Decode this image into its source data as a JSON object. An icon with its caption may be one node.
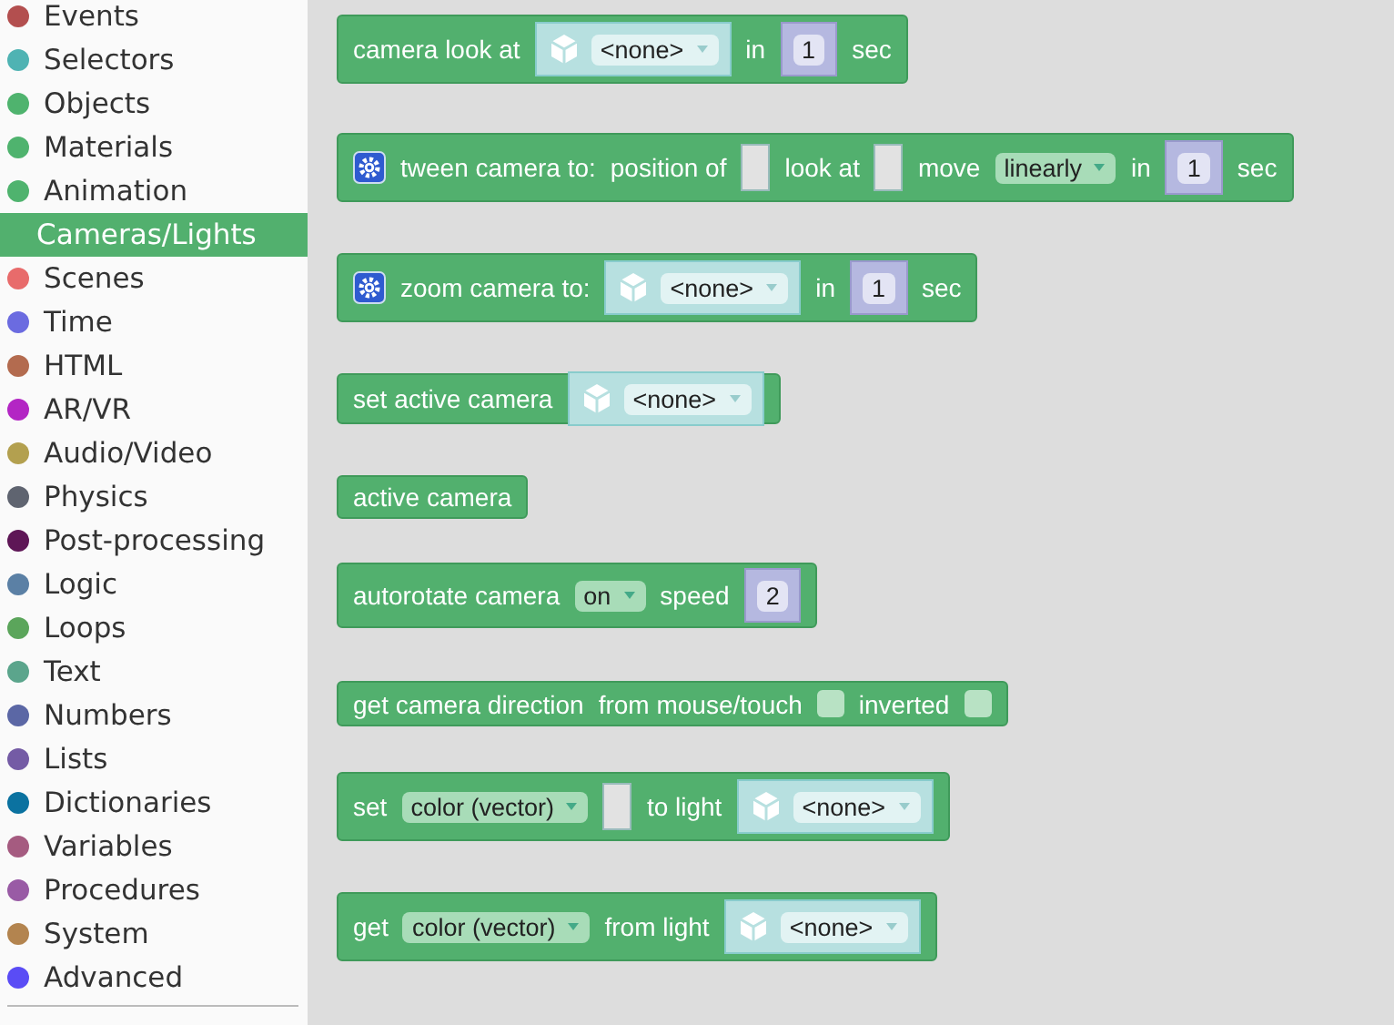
{
  "diagram": {
    "nodes": [
      {
        "text": [
          "camera look at",
          "in",
          "sec"
        ]
      },
      {
        "text": [
          "<none>"
        ],
        "in": 0
      },
      {
        "text": [
          "1"
        ],
        "in": 0
      },
      {
        "text": [
          "tween camera to:",
          "position of",
          "look at",
          "move",
          "in",
          "sec"
        ]
      },
      {
        "text": [],
        "shape": "box",
        "in": 3
      },
      {
        "text": [],
        "shape": "box",
        "in": 3
      },
      {
        "text": [
          "linearly"
        ],
        "in": 3
      },
      {
        "text": [
          "1"
        ],
        "in": 3
      },
      {
        "text": [
          "zoom camera to:",
          "in",
          "sec"
        ]
      },
      {
        "text": [
          "<none>"
        ],
        "in": 8
      },
      {
        "text": [
          "1"
        ],
        "in": 8
      },
      {
        "text": [
          "set active camera"
        ]
      },
      {
        "text": [
          "<none>"
        ],
        "in": 11
      },
      {
        "text": [
          "active camera"
        ]
      },
      {
        "text": [
          "autorotate camera",
          "speed"
        ]
      },
      {
        "text": [
          "on"
        ],
        "in": 14
      },
      {
        "text": [
          "2"
        ],
        "in": 14
      },
      {
        "text": [
          "get camera direction",
          "from mouse/touch",
          "inverted"
        ]
      },
      {
        "text": [],
        "shape": "box",
        "in": 17
      },
      {
        "text": [],
        "shape": "box",
        "in": 17
      },
      {
        "text": [
          "set",
          "to light"
        ]
      },
      {
        "text": [
          "color (vector)"
        ],
        "in": 20
      },
      {
        "text": [],
        "shape": "box",
        "in": 20
      },
      {
        "text": [
          "<none>"
        ],
        "in": 20
      },
      {
        "text": [
          "get",
          "from light"
        ]
      },
      {
        "text": [
          "color (vector)"
        ],
        "in": 24
      },
      {
        "text": [
          "<none>"
        ],
        "in": 24
      }
    ],
    "legend": [
      {
        "text": "Events",
        "color": "#b34f4f"
      },
      {
        "text": "Selectors",
        "color": "#4fb3b3"
      },
      {
        "text": "Objects",
        "color": "#4fb36e"
      },
      {
        "text": "Materials",
        "color": "#4fb36e"
      },
      {
        "text": "Animation",
        "color": "#4fb36e"
      },
      {
        "text": "Cameras/Lights"
      },
      {
        "text": "Scenes",
        "color": "#e86b6b"
      },
      {
        "text": "Time",
        "color": "#6b6be0"
      },
      {
        "text": "HTML",
        "color": "#b36b4f"
      },
      {
        "text": "AR/VR",
        "color": "#b326c4"
      },
      {
        "text": "Audio/Video",
        "color": "#b3a04f"
      },
      {
        "text": "Physics",
        "color": "#5f6470"
      },
      {
        "text": "Post-processing",
        "color": "#5e1656"
      },
      {
        "text": "Logic",
        "color": "#5b80a5"
      },
      {
        "text": "Loops",
        "color": "#5ba55b"
      },
      {
        "text": "Text",
        "color": "#5ba58c"
      },
      {
        "text": "Numbers",
        "color": "#5b67a5"
      },
      {
        "text": "Lists",
        "color": "#745ba5"
      },
      {
        "text": "Dictionaries",
        "color": "#0b72a0"
      },
      {
        "text": "Variables",
        "color": "#a55b80"
      },
      {
        "text": "Procedures",
        "color": "#995ba5"
      },
      {
        "text": "System",
        "color": "#b3844f"
      },
      {
        "text": "Advanced",
        "color": "#5a4cf5"
      }
    ]
  }
}
